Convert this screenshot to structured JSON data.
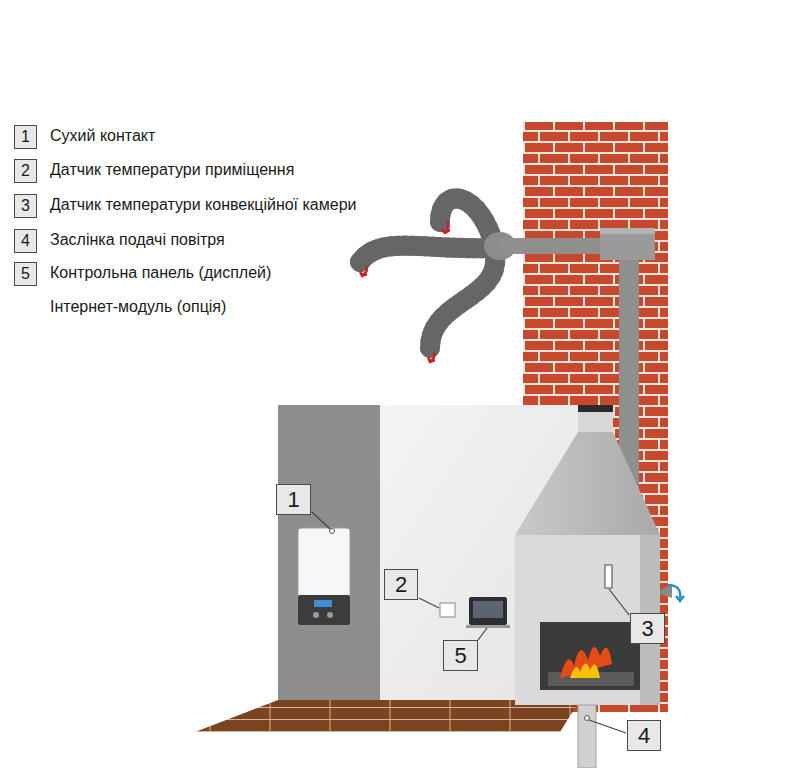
{
  "diagram": {
    "nodes": [
      {
        "text": [
          "1"
        ]
      },
      {
        "text": [
          "2"
        ]
      },
      {
        "text": [
          "3"
        ]
      },
      {
        "text": [
          "4"
        ]
      },
      {
        "text": [
          "5"
        ]
      },
      {
        "text": [
          "1"
        ]
      },
      {
        "text": [
          "2"
        ]
      },
      {
        "text": [
          "3"
        ]
      },
      {
        "text": [
          "5"
        ]
      },
      {
        "text": [
          "4"
        ]
      }
    ],
    "edges": [],
    "labels": [
      "Сухий контакт",
      "Датчик температури приміщення",
      "Датчик температури конвекційної камери",
      "Заслінка подачі повітря",
      "Контрольна панель (дисплей)",
      "Інтернет-модуль (опція)"
    ]
  }
}
